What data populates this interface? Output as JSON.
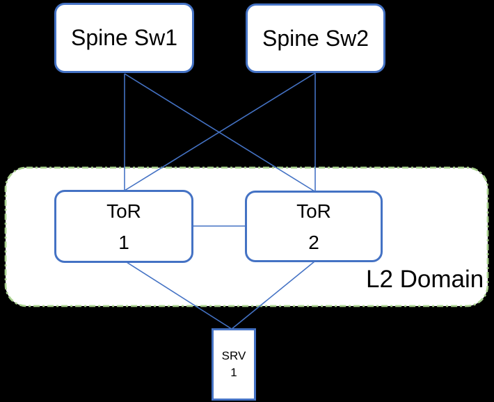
{
  "colors": {
    "background": "#000000",
    "node_border": "#4472C4",
    "node_fill": "#FFFFFF",
    "link": "#4472C4",
    "domain_border": "#A9D18E",
    "text": "#000000"
  },
  "nodes": {
    "spine1": {
      "label": "Spine Sw1"
    },
    "spine2": {
      "label": "Spine Sw2"
    },
    "tor1": {
      "name": "ToR",
      "number": "1"
    },
    "tor2": {
      "name": "ToR",
      "number": "2"
    },
    "srv1": {
      "name": "SRV",
      "number": "1"
    }
  },
  "domain": {
    "label": "L2 Domain"
  },
  "edges": [
    {
      "from": "Spine Sw1",
      "to": "ToR 1"
    },
    {
      "from": "Spine Sw1",
      "to": "ToR 2"
    },
    {
      "from": "Spine Sw2",
      "to": "ToR 1"
    },
    {
      "from": "Spine Sw2",
      "to": "ToR 2"
    },
    {
      "from": "ToR 1",
      "to": "ToR 2"
    },
    {
      "from": "ToR 1",
      "to": "SRV 1"
    },
    {
      "from": "ToR 2",
      "to": "SRV 1"
    }
  ]
}
